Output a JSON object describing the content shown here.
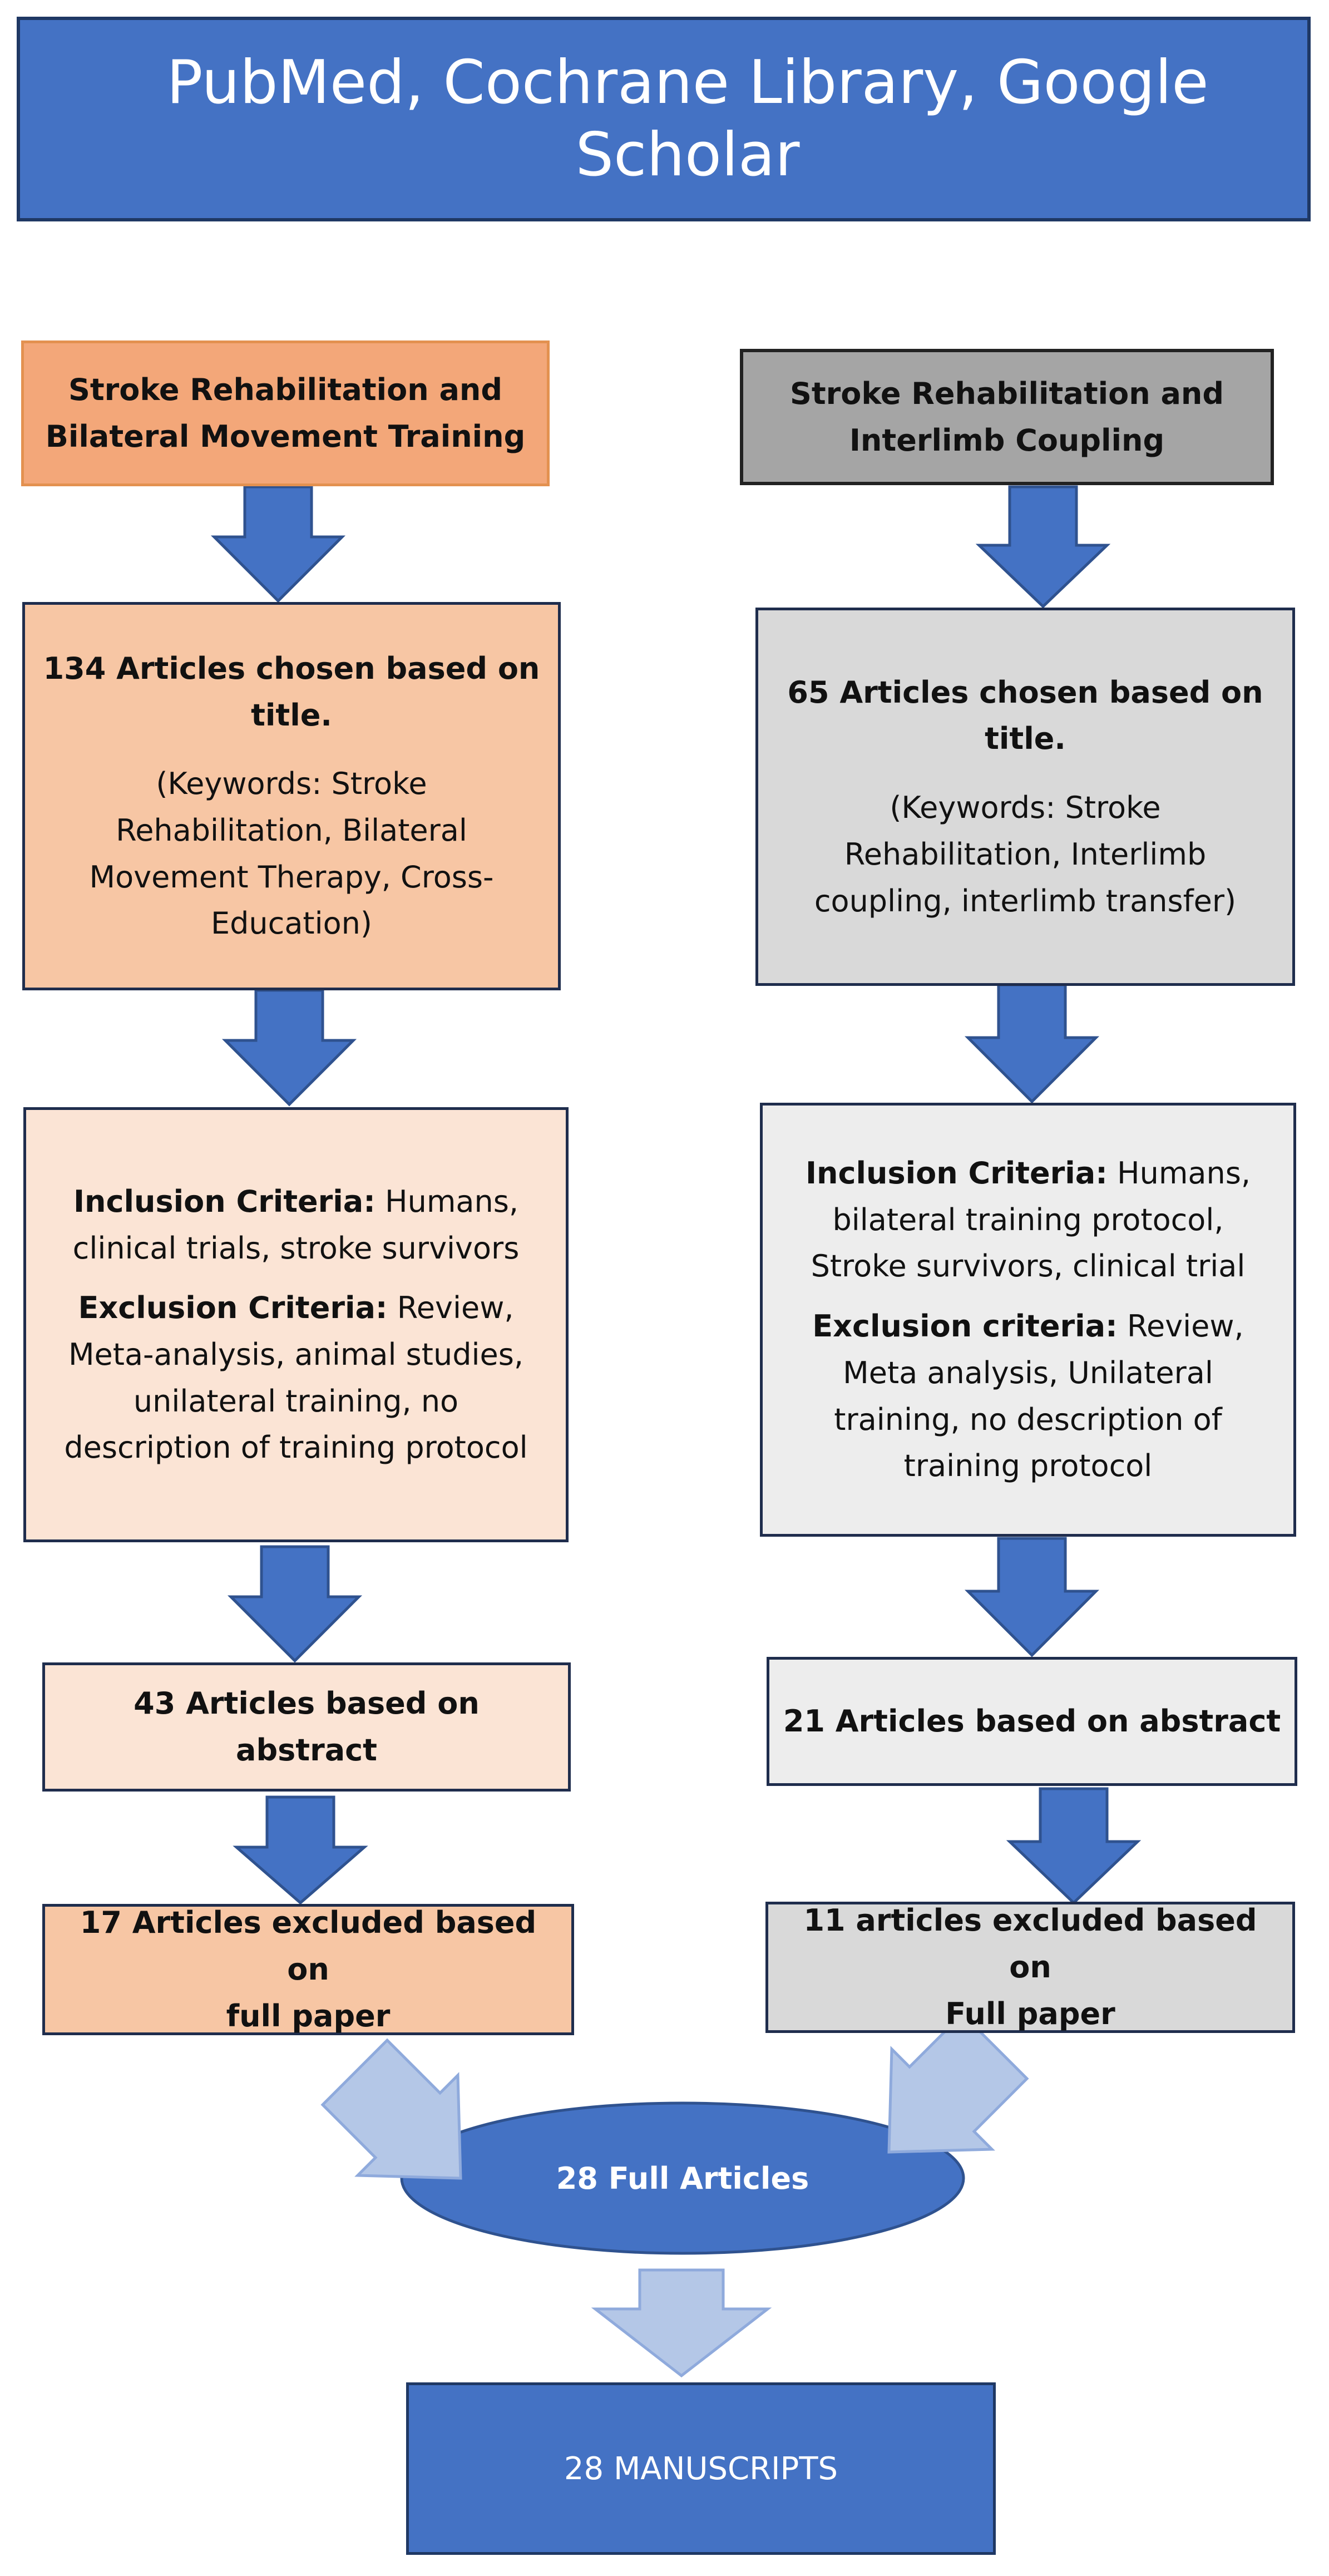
{
  "header": {
    "title": "PubMed, Cochrane Library, Google Scholar"
  },
  "left": {
    "topic": [
      "Stroke Rehabilitation and",
      "Bilateral Movement Training"
    ],
    "title_selection": {
      "heading": [
        "134 Articles chosen based on",
        "title."
      ],
      "keywords": [
        "(Keywords: Stroke",
        "Rehabilitation, Bilateral",
        "Movement Therapy, Cross-",
        "Education)"
      ]
    },
    "criteria": {
      "inclusion_label": "Inclusion Criteria:",
      "inclusion_text_1": " Humans,",
      "inclusion_text_2": "clinical trials, stroke survivors",
      "exclusion_label": "Exclusion Criteria:",
      "exclusion_text_1": " Review,",
      "exclusion_lines": [
        "Meta-analysis, animal studies,",
        "unilateral training, no",
        "description of training protocol"
      ]
    },
    "abstract": "43 Articles based on abstract",
    "full_paper": [
      "17 Articles excluded based on",
      "full paper"
    ]
  },
  "right": {
    "topic": [
      "Stroke Rehabilitation and",
      "Interlimb Coupling"
    ],
    "title_selection": {
      "heading": [
        "65 Articles chosen based on",
        "title."
      ],
      "keywords": [
        "(Keywords: Stroke",
        "Rehabilitation, Interlimb",
        "coupling, interlimb transfer)"
      ]
    },
    "criteria": {
      "inclusion_label": "Inclusion Criteria:",
      "inclusion_text_1": " Humans,",
      "inclusion_lines": [
        "bilateral training protocol,",
        "Stroke survivors, clinical trial"
      ],
      "exclusion_label": "Exclusion criteria:",
      "exclusion_text_1": " Review,",
      "exclusion_lines": [
        "Meta analysis, Unilateral",
        "training, no description of",
        "training protocol"
      ]
    },
    "abstract": "21 Articles based on abstract",
    "full_paper": [
      "11 articles excluded based on",
      "Full paper"
    ]
  },
  "merge": {
    "label": "28 Full Articles"
  },
  "final": {
    "label": "28 MANUSCRIPTS"
  },
  "colors": {
    "blue": "#4472c4",
    "light_blue": "#b4c7e7",
    "orange_dark": "#f3a779",
    "orange": "#f7c6a4",
    "orange_light": "#fbe4d5",
    "gray_dark": "#a5a5a5",
    "gray": "#d9d9d9",
    "gray_light": "#ededed"
  }
}
